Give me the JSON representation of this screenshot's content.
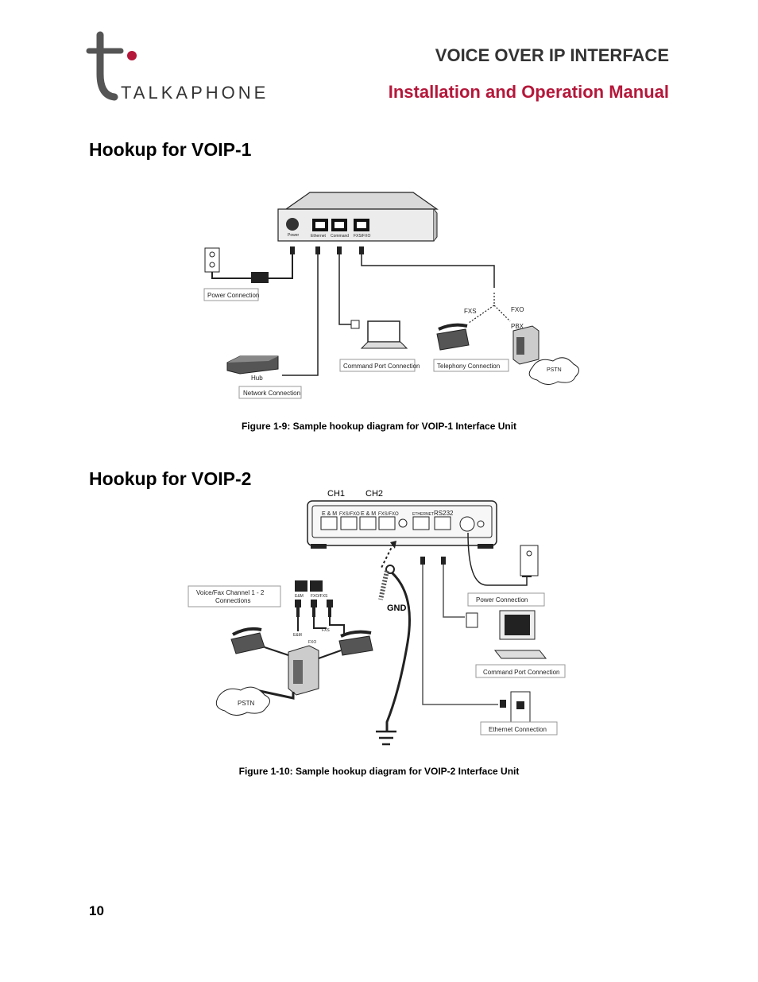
{
  "header": {
    "brand": "TALKAPHONE",
    "title": "VOICE OVER IP INTERFACE",
    "subtitle": "Installation and Operation Manual"
  },
  "section1": {
    "heading": "Hookup for VOIP-1",
    "diagram": {
      "port_power": "Power",
      "port_ethernet": "Ethernet",
      "port_command": "Command",
      "port_fxsfxo": "FXS/FXO",
      "power_connection": "Power Connection",
      "hub": "Hub",
      "network_connection": "Network Connection",
      "command_port_connection": "Command Port Connection",
      "telephony_connection": "Telephony Connection",
      "fxs": "FXS",
      "fxo": "FXO",
      "pbx": "PBX",
      "pstn": "PSTN"
    },
    "caption": "Figure 1-9:  Sample hookup diagram for VOIP-1 Interface Unit"
  },
  "section2": {
    "heading": "Hookup for VOIP-2",
    "diagram": {
      "ch1": "CH1",
      "ch2": "CH2",
      "port_em_1": "E & M",
      "port_fxsfxo_1": "FXS/FXO",
      "port_em_2": "E & M",
      "port_fxsfxo_2": "FXS/FXO",
      "port_ethernet": "ETHERNET",
      "port_rs232": "RS232",
      "voice_fax_line1": "Voice/Fax Channel 1 - 2",
      "voice_fax_line2": "Connections",
      "em": "E&M",
      "fxofxs": "FXO/FXS",
      "em_small": "E&M",
      "fxo_small": "FXO",
      "fxs_small": "FXS",
      "gnd": "GND",
      "pstn": "PSTN",
      "power_connection": "Power Connection",
      "command_port_connection": "Command Port Connection",
      "ethernet_connection": "Ethernet Connection"
    },
    "caption": "Figure 1-10:  Sample hookup diagram for VOIP-2 Interface Unit"
  },
  "footer": {
    "page_number": "10"
  }
}
